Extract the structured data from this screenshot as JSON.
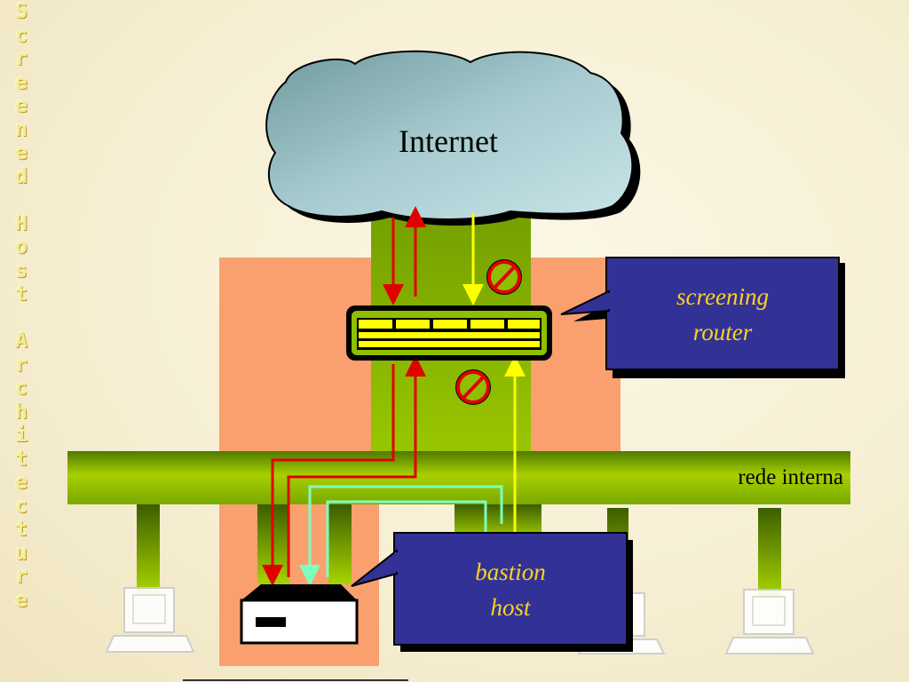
{
  "title": "Screened Host Architecture",
  "cloud": {
    "label": "Internet"
  },
  "router": {
    "label_line1": "screening",
    "label_line2": "router"
  },
  "network": {
    "label": "rede interna"
  },
  "bastion": {
    "label_line1": "bastion",
    "label_line2": "host"
  },
  "icons": [
    "cloud-icon",
    "router-icon",
    "blocked-icon",
    "server-icon",
    "computer-icon"
  ],
  "colors": {
    "cloud": "#9fc5cb",
    "lan_bar": "#8fbf00",
    "zone": "#f9a06e",
    "callout": "#323296",
    "callout_text": "#ffd21e",
    "arrow_red": "#e00000",
    "arrow_yellow": "#ffff00",
    "arrow_cyan": "#7fffbf",
    "blocked": "#e00000"
  }
}
